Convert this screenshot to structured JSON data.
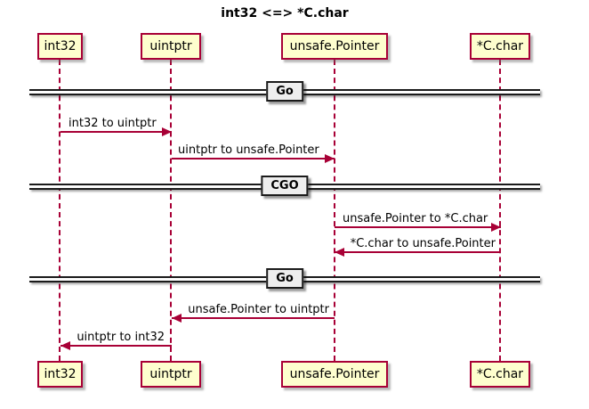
{
  "title": "int32 <=> *C.char",
  "colors": {
    "accent": "#A80036",
    "participant_fill": "#FEFECE",
    "divider_fill": "#EEEEEE",
    "background": "#FFFFFF",
    "text": "#000000"
  },
  "participants": [
    {
      "label": "int32"
    },
    {
      "label": "uintptr"
    },
    {
      "label": "unsafe.Pointer"
    },
    {
      "label": "*C.char"
    }
  ],
  "dividers": [
    {
      "label": "Go"
    },
    {
      "label": "CGO"
    },
    {
      "label": "Go"
    }
  ],
  "messages": [
    {
      "label": "int32 to uintptr",
      "from": "int32",
      "to": "uintptr",
      "direction": "right"
    },
    {
      "label": "uintptr to unsafe.Pointer",
      "from": "uintptr",
      "to": "unsafe.Pointer",
      "direction": "right"
    },
    {
      "label": "unsafe.Pointer to *C.char",
      "from": "unsafe.Pointer",
      "to": "*C.char",
      "direction": "right"
    },
    {
      "label": "*C.char to unsafe.Pointer",
      "from": "*C.char",
      "to": "unsafe.Pointer",
      "direction": "left"
    },
    {
      "label": "unsafe.Pointer to uintptr",
      "from": "unsafe.Pointer",
      "to": "uintptr",
      "direction": "left"
    },
    {
      "label": "uintptr to int32",
      "from": "uintptr",
      "to": "int32",
      "direction": "left"
    }
  ]
}
